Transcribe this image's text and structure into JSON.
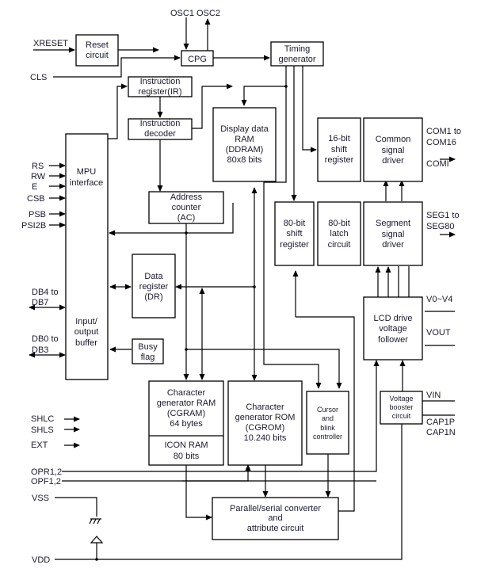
{
  "diagram": {
    "type": "block-diagram",
    "blocks": {
      "reset_circuit": [
        "Reset",
        "circuit"
      ],
      "cpg": [
        "CPG"
      ],
      "timing_generator": [
        "Timing",
        "generator"
      ],
      "instruction_register": [
        "Instruction",
        "register(IR)"
      ],
      "instruction_decoder": [
        "Instruction",
        "decoder"
      ],
      "mpu_interface": [
        "MPU",
        "interface"
      ],
      "io_buffer": [
        "Input/",
        "output",
        "buffer"
      ],
      "ddram": [
        "Display data",
        "RAM",
        "(DDRAM)",
        "80x8 bits"
      ],
      "address_counter": [
        "Address",
        "counter",
        "(AC)"
      ],
      "data_register": [
        "Data",
        "register",
        "(DR)"
      ],
      "busy_flag": [
        "Busy",
        "flag"
      ],
      "shift_16": [
        "16-bit",
        "shift",
        "register"
      ],
      "common_driver": [
        "Common",
        "signal",
        "driver"
      ],
      "shift_80": [
        "80-bit",
        "shift",
        "register"
      ],
      "latch_80": [
        "80-bit",
        "latch",
        "circuit"
      ],
      "segment_driver": [
        "Segment",
        "signal",
        "driver"
      ],
      "lcd_follower": [
        "LCD drive",
        "voltage",
        "follower"
      ],
      "booster": [
        "Voltage",
        "booster",
        "circuit"
      ],
      "cgram": [
        "Character",
        "generator RAM",
        "(CGRAM)",
        "64 bytes"
      ],
      "icon_ram": [
        "ICON RAM",
        "80 bits"
      ],
      "cgrom": [
        "Character",
        "generator ROM",
        "(CGROM)",
        "10.240 bits"
      ],
      "cursor": [
        "Cursor",
        "and",
        "blink",
        "controller"
      ],
      "ps_converter": [
        "Parallel/serial converter",
        "and",
        "attribute circuit"
      ]
    },
    "pins": {
      "xreset": "XRESET",
      "cls": "CLS",
      "osc1": "OSC1",
      "osc2": "OSC2",
      "rs": "RS",
      "rw": "RW",
      "e": "E",
      "csb": "CSB",
      "psb": "PSB",
      "psi2b": "PSI2B",
      "db4_7": [
        "DB4 to",
        "DB7"
      ],
      "db0_3": [
        "DB0 to",
        "DB3"
      ],
      "com": [
        "COM1 to",
        "COM16"
      ],
      "comi": "COMI",
      "seg": [
        "SEG1 to",
        "SEG80"
      ],
      "v0v4": "V0~V4",
      "vout": "VOUT",
      "vin": "VIN",
      "cap1p": "CAP1P",
      "cap1n": "CAP1N",
      "shlc": "SHLC",
      "shls": "SHLS",
      "ext": "EXT",
      "opr": "OPR1,2",
      "opf": "OPF1,2",
      "vss": "VSS",
      "vdd": "VDD"
    }
  }
}
